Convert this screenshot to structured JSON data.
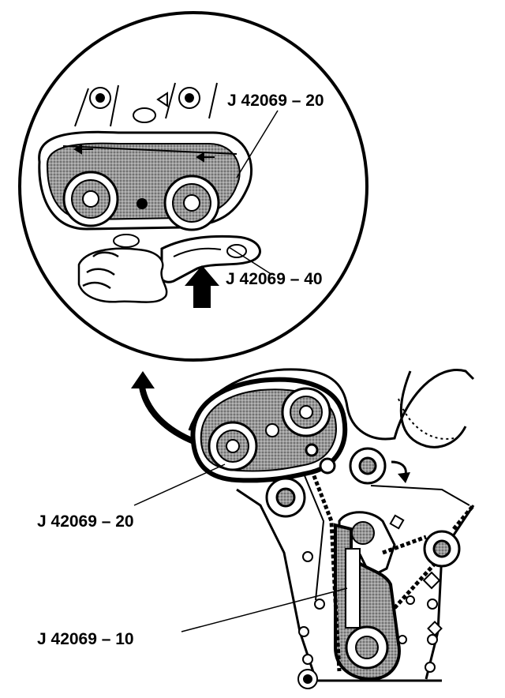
{
  "callouts": {
    "inset_tool_top": "J 42069 – 20",
    "inset_tool_bottom": "J 42069 – 40",
    "engine_tool_upper": "J 42069 – 20",
    "engine_tool_lower": "J 42069 – 10"
  },
  "colors": {
    "ink": "#000000",
    "shade": "#8a8a8a",
    "paper": "#ffffff"
  },
  "icons": [
    "up-arrow-icon",
    "curved-arrow-icon",
    "rotation-arrow-icon"
  ]
}
